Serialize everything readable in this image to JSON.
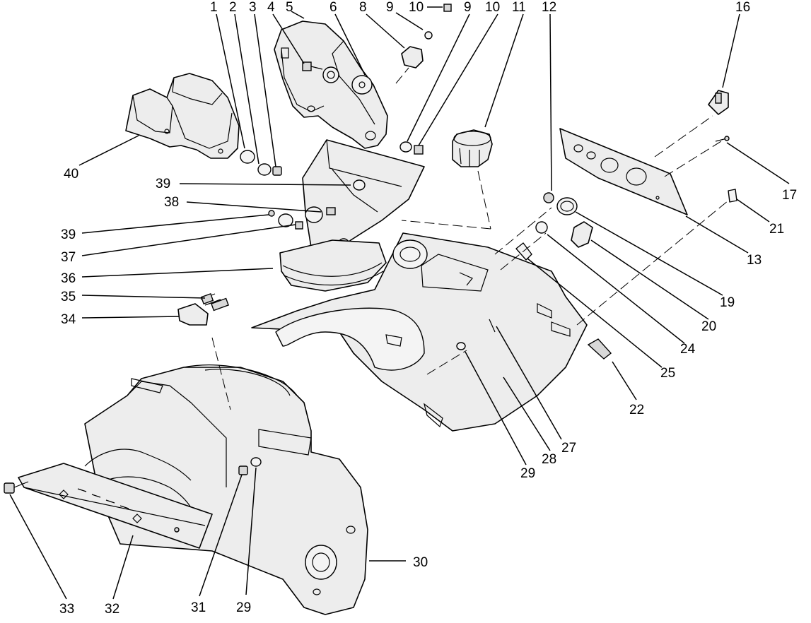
{
  "labels": [
    {
      "id": "1",
      "text": "1"
    },
    {
      "id": "2",
      "text": "2"
    },
    {
      "id": "3",
      "text": "3"
    },
    {
      "id": "4",
      "text": "4"
    },
    {
      "id": "5",
      "text": "5"
    },
    {
      "id": "6",
      "text": "6"
    },
    {
      "id": "8",
      "text": "8"
    },
    {
      "id": "9a",
      "text": "9"
    },
    {
      "id": "10a",
      "text": "10"
    },
    {
      "id": "9b",
      "text": "9"
    },
    {
      "id": "10b",
      "text": "10"
    },
    {
      "id": "11",
      "text": "11"
    },
    {
      "id": "12",
      "text": "12"
    },
    {
      "id": "16",
      "text": "16"
    },
    {
      "id": "17",
      "text": "17"
    },
    {
      "id": "21",
      "text": "21"
    },
    {
      "id": "13",
      "text": "13"
    },
    {
      "id": "19",
      "text": "19"
    },
    {
      "id": "20",
      "text": "20"
    },
    {
      "id": "24",
      "text": "24"
    },
    {
      "id": "25",
      "text": "25"
    },
    {
      "id": "22",
      "text": "22"
    },
    {
      "id": "27",
      "text": "27"
    },
    {
      "id": "28",
      "text": "28"
    },
    {
      "id": "29a",
      "text": "29"
    },
    {
      "id": "30",
      "text": "30"
    },
    {
      "id": "29b",
      "text": "29"
    },
    {
      "id": "31",
      "text": "31"
    },
    {
      "id": "32",
      "text": "32"
    },
    {
      "id": "33",
      "text": "33"
    },
    {
      "id": "40",
      "text": "40"
    },
    {
      "id": "39a",
      "text": "39"
    },
    {
      "id": "38",
      "text": "38"
    },
    {
      "id": "39b",
      "text": "39"
    },
    {
      "id": "37",
      "text": "37"
    },
    {
      "id": "36",
      "text": "36"
    },
    {
      "id": "35",
      "text": "35"
    },
    {
      "id": "34",
      "text": "34"
    }
  ]
}
